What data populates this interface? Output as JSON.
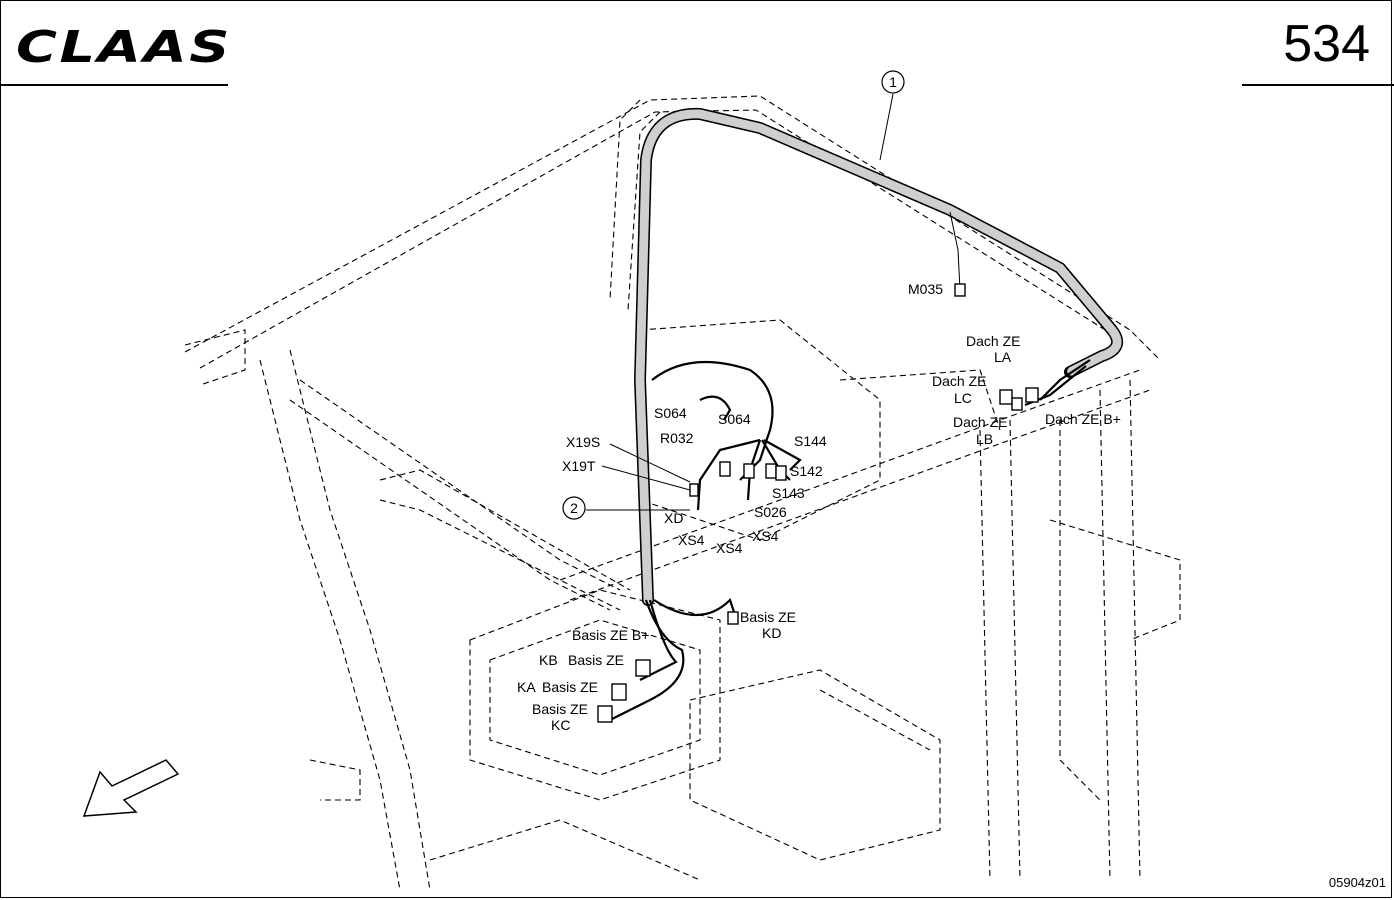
{
  "header": {
    "brand": "CLAAS",
    "page_number": "534"
  },
  "footer": {
    "drawing_code": "05904z01"
  },
  "callouts": [
    "1",
    "2"
  ],
  "labels": [
    "M035",
    "Dach ZE",
    "LA",
    "Dach ZE",
    "LC",
    "Dach ZE",
    "LB",
    "Dach ZE B+",
    "S064",
    "S064",
    "R032",
    "X19S",
    "X19T",
    "S144",
    "S142",
    "S143",
    "S026",
    "XD",
    "XS4",
    "XS4",
    "XS4",
    "Basis ZE",
    "KD",
    "Basis ZE B+",
    "KB",
    "Basis ZE",
    "KA",
    "Basis ZE",
    "Basis ZE",
    "KC"
  ],
  "icons": {
    "direction_arrow": "arrow-down-left-icon"
  }
}
